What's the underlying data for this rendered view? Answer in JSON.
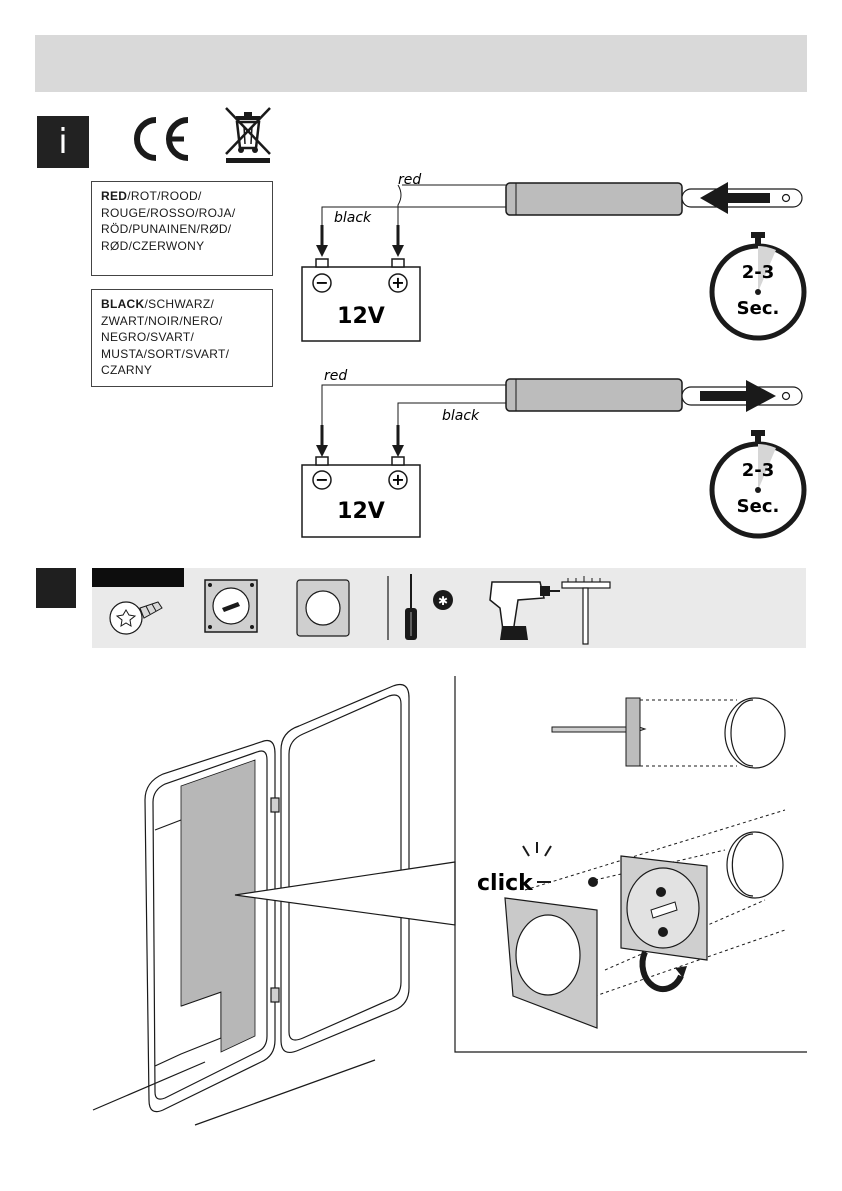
{
  "info": {
    "badge": "i"
  },
  "legend": {
    "red_key": "RED",
    "red_rest": "/ROT/ROOD/\nROUGE/ROSSO/ROJA/\nRÖD/PUNAINEN/RØD/\nRØD/CZERWONY",
    "black_key": "BLACK",
    "black_rest": "/SCHWARZ/\nZWART/NOIR/NERO/\nNEGRO/SVART/\nMUSTA/SORT/SVART/\nCZARNY"
  },
  "wiring": [
    {
      "red_label": "red",
      "black_label": "black",
      "battery": "12V",
      "minus": "−",
      "plus": "+",
      "timer_value": "2-3",
      "timer_unit": "Sec."
    },
    {
      "red_label": "red",
      "black_label": "black",
      "battery": "12V",
      "minus": "−",
      "plus": "+",
      "timer_value": "2-3",
      "timer_unit": "Sec."
    }
  ],
  "assembly": {
    "click_label": "click"
  },
  "icons": [
    "ce-mark-icon",
    "weee-bin-icon",
    "screw-icon",
    "mounting-plate-icon",
    "cover-ring-icon",
    "screwdriver-icon",
    "torx-bit-icon",
    "drill-icon",
    "ruler-icon",
    "stopwatch-icon",
    "arrow-icon"
  ]
}
